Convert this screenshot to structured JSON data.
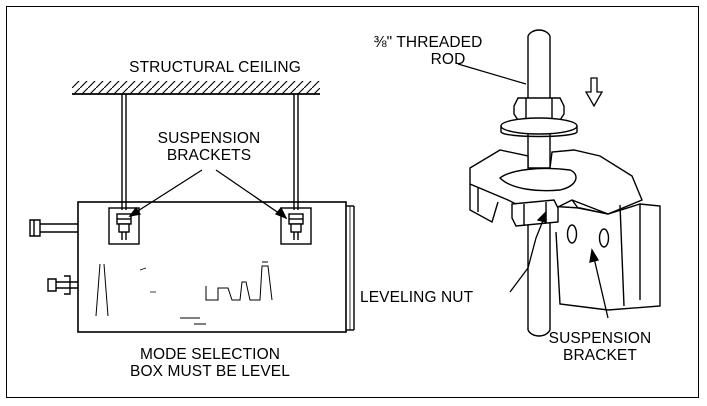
{
  "labels": {
    "structural_ceiling": "STRUCTURAL CEILING",
    "suspension_brackets_line1": "SUSPENSION",
    "suspension_brackets_line2": "BRACKETS",
    "mode_box_line1": "MODE SELECTION",
    "mode_box_line2": "BOX MUST BE LEVEL",
    "threaded_rod_line1": "⅜\" THREADED",
    "threaded_rod_line2": "ROD",
    "leveling_nut": "LEVELING NUT",
    "suspension_bracket_line1": "SUSPENSION",
    "suspension_bracket_line2": "BRACKET"
  },
  "colors": {
    "line": "#000000",
    "background": "#ffffff"
  },
  "icons": {
    "direction_arrow": "down-arrow-icon"
  }
}
